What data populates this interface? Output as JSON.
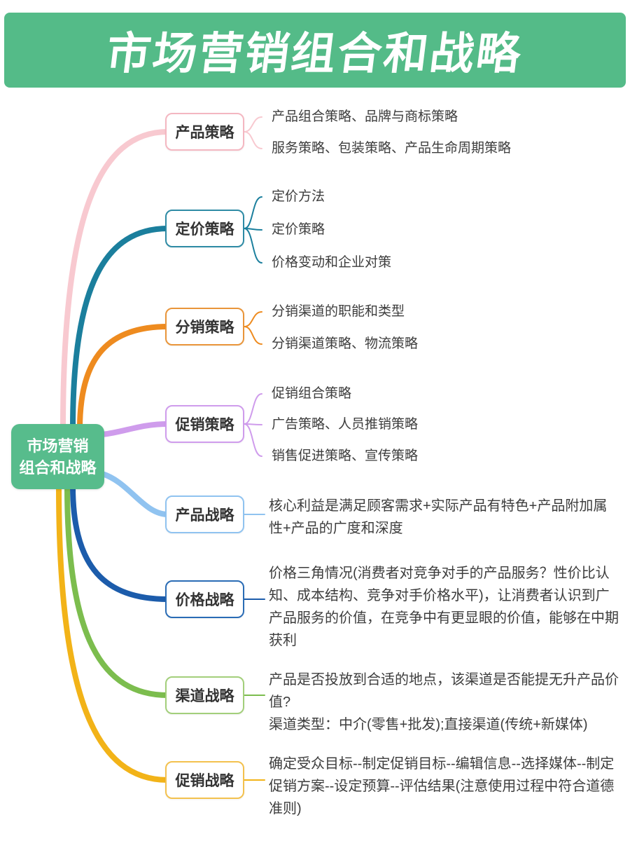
{
  "header": {
    "title": "市场营销组合和战略",
    "bg": "#54bb88",
    "text_color": "#ffffff"
  },
  "root": {
    "label": "市场营销\n组合和战略",
    "bg": "#57bc8c",
    "text_color": "#ffffff"
  },
  "palette": {
    "topic_text": "#333333",
    "child_text": "#3d3d3d",
    "background": "#ffffff"
  },
  "branches": [
    {
      "id": "product-tactics",
      "label": "产品策略",
      "color": "#f8c9d0",
      "border": "#f4b7c1",
      "children": [
        "产品组合策略、品牌与商标策略",
        "服务策略、包装策略、产品生命周期策略"
      ]
    },
    {
      "id": "pricing-tactics",
      "label": "定价策略",
      "color": "#1b7f9d",
      "border": "#2e8ba5",
      "children": [
        "定价方法",
        "定价策略",
        "价格变动和企业对策"
      ]
    },
    {
      "id": "distribution-tactics",
      "label": "分销策略",
      "color": "#ee8b1f",
      "border": "#e9953a",
      "children": [
        "分销渠道的职能和类型",
        "分销渠道策略、物流策略"
      ]
    },
    {
      "id": "promotion-tactics",
      "label": "促销策略",
      "color": "#cf9cec",
      "border": "#cf9cec",
      "children": [
        "促销组合策略",
        "广告策略、人员推销策略",
        "销售促进策略、宣传策略"
      ]
    },
    {
      "id": "product-strategy",
      "label": "产品战略",
      "color": "#90c3f0",
      "border": "#90c3f0",
      "children": [
        "核心利益是满足顾客需求+实际产品有特色+产品附加属性+产品的广度和深度"
      ]
    },
    {
      "id": "price-strategy",
      "label": "价格战略",
      "color": "#1c5cab",
      "border": "#2a6cb5",
      "children": [
        "价格三角情况(消费者对竞争对手的产品服务？性价比认知、成本结构、竞争对手价格水平)，让消费者认识到广产品服务的价值，在竞争中有更显眼的价值，能够在中期获利"
      ]
    },
    {
      "id": "channel-strategy",
      "label": "渠道战略",
      "color": "#7cbd4e",
      "border": "#a3cf7b",
      "children": [
        "产品是否投放到合适的地点，该渠道是否能提无升产品价值?\n渠道类型：中介(零售+批发);直接渠道(传统+新媒体)"
      ]
    },
    {
      "id": "promotion-strategy",
      "label": "促销战略",
      "color": "#f2b318",
      "border": "#f3c14e",
      "children": [
        "确定受众目标--制定促销目标--编辑信息--选择媒体--制定促销方案--设定预算--评估结果(注意使用过程中符合道德准则)"
      ]
    }
  ]
}
